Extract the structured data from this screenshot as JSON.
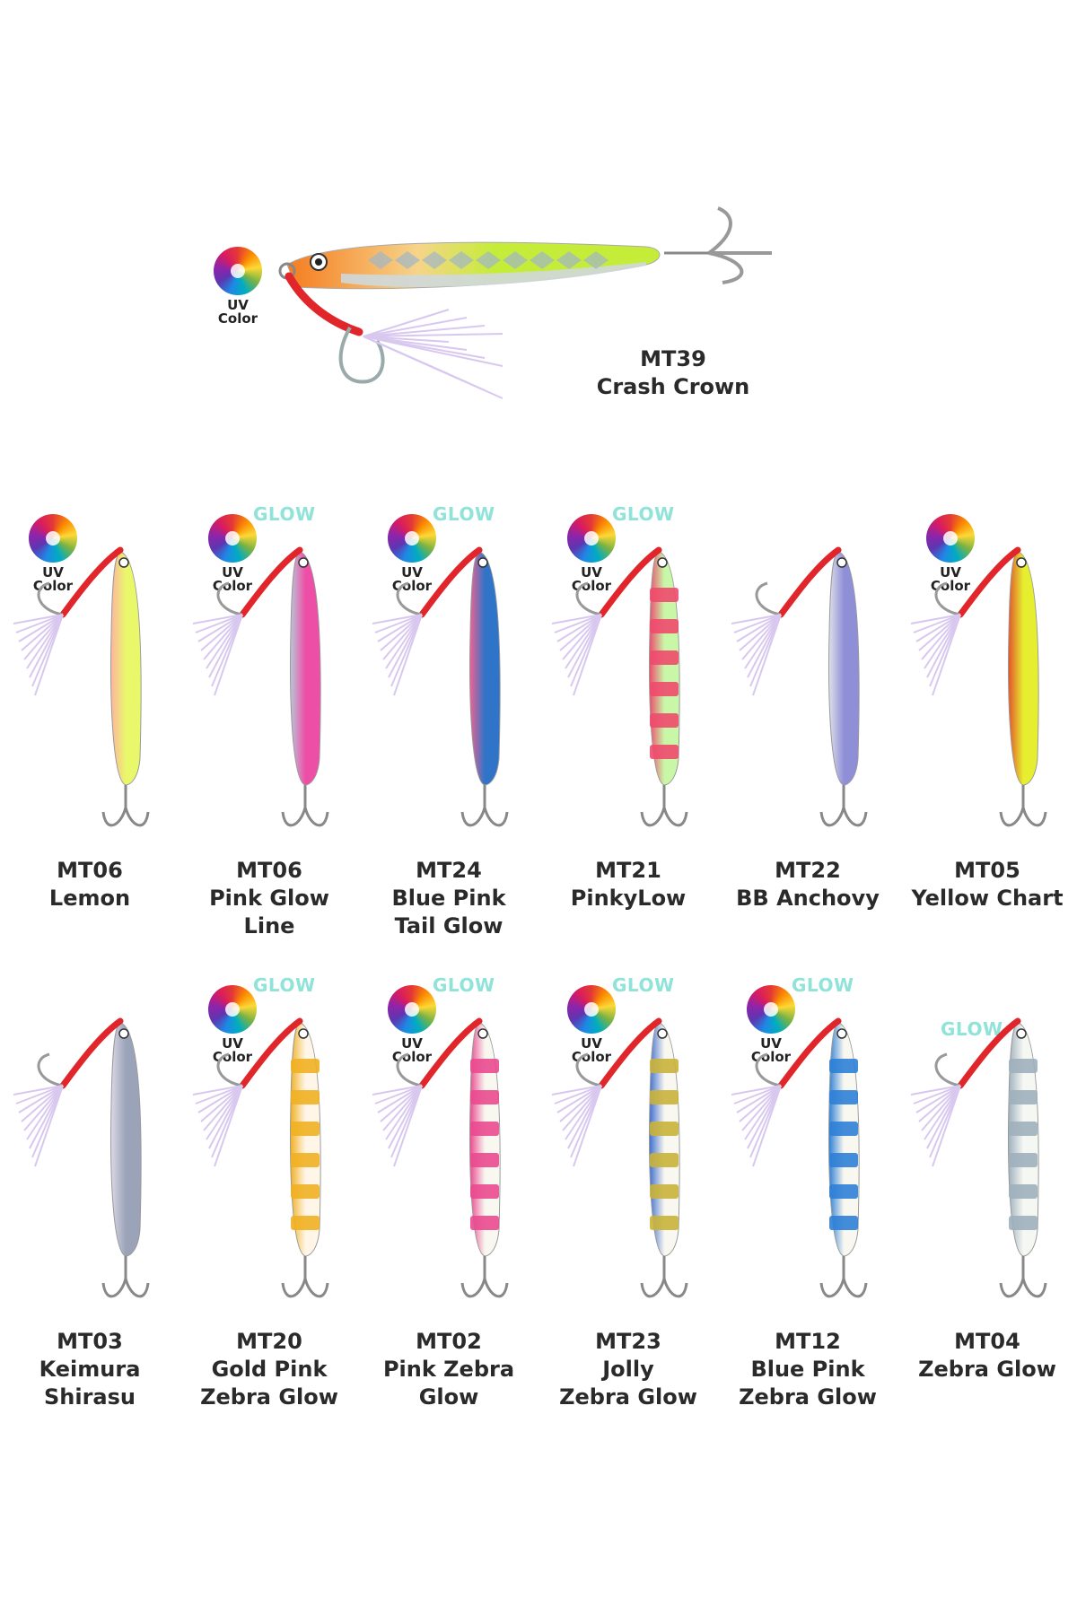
{
  "badge": {
    "uv_line1": "UV",
    "uv_line2": "Color",
    "glow": "GLOW"
  },
  "hero": {
    "code": "MT39",
    "name": "Crash Crown",
    "uv": true,
    "glow": false,
    "colors": {
      "head": "#f57c1f",
      "back": "#c6ec3a",
      "belly": "#cfd8dc"
    }
  },
  "row1": [
    {
      "code": "MT06",
      "name": [
        "Lemon"
      ],
      "uv": true,
      "glow": false,
      "colors": {
        "body": "#e9f76a",
        "accent": "#ffb3a0",
        "stripe": ""
      }
    },
    {
      "code": "MT06",
      "name": [
        "Pink Glow",
        "Line"
      ],
      "uv": true,
      "glow": true,
      "colors": {
        "body": "#ee4fa6",
        "accent": "#b9c6d8",
        "stripe": ""
      }
    },
    {
      "code": "MT24",
      "name": [
        "Blue Pink",
        "Tail Glow"
      ],
      "uv": true,
      "glow": true,
      "colors": {
        "body": "#2f74c8",
        "accent": "#f06292",
        "stripe": ""
      }
    },
    {
      "code": "MT21",
      "name": [
        "PinkyLow"
      ],
      "uv": true,
      "glow": true,
      "colors": {
        "body": "#c9f7a8",
        "accent": "#ee4a6d",
        "stripe": "#ee4a6d"
      }
    },
    {
      "code": "MT22",
      "name": [
        "BB Anchovy"
      ],
      "uv": false,
      "glow": false,
      "colors": {
        "body": "#8f8fd8",
        "accent": "#e0e0ea",
        "stripe": ""
      }
    },
    {
      "code": "MT05",
      "name": [
        "Yellow Chart"
      ],
      "uv": true,
      "glow": false,
      "colors": {
        "body": "#e6ef2f",
        "accent": "#e2532b",
        "stripe": ""
      }
    }
  ],
  "row2": [
    {
      "code": "MT03",
      "name": [
        "Keimura",
        "Shirasu"
      ],
      "uv": false,
      "glow": false,
      "colors": {
        "body": "#9aa3b8",
        "accent": "#ddd8e8",
        "stripe": ""
      }
    },
    {
      "code": "MT20",
      "name": [
        "Gold Pink",
        "Zebra Glow"
      ],
      "uv": true,
      "glow": true,
      "colors": {
        "body": "#fff6e8",
        "accent": "#f0b022",
        "stripe": "#f0b022"
      }
    },
    {
      "code": "MT02",
      "name": [
        "Pink Zebra",
        "Glow"
      ],
      "uv": true,
      "glow": true,
      "colors": {
        "body": "#f8f7f0",
        "accent": "#e94a8f",
        "stripe": "#e94a8f"
      }
    },
    {
      "code": "MT23",
      "name": [
        "Jolly",
        "Zebra Glow"
      ],
      "uv": true,
      "glow": true,
      "colors": {
        "body": "#f8f7f0",
        "accent": "#3f6fcf",
        "stripe": "#c9b23a"
      }
    },
    {
      "code": "MT12",
      "name": [
        "Blue Pink",
        "Zebra Glow"
      ],
      "uv": true,
      "glow": true,
      "colors": {
        "body": "#f8f7f0",
        "accent": "#2d7fd6",
        "stripe": "#2d7fd6"
      }
    },
    {
      "code": "MT04",
      "name": [
        "Zebra Glow"
      ],
      "uv": false,
      "glow": true,
      "colors": {
        "body": "#f5f7f3",
        "accent": "#9fb0bd",
        "stripe": "#9fb0bd"
      }
    }
  ]
}
